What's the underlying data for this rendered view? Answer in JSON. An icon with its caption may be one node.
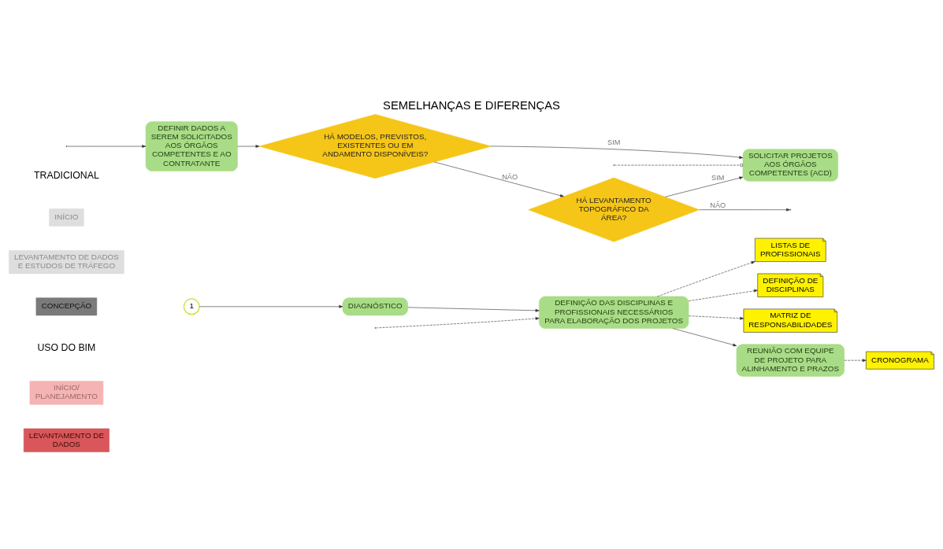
{
  "diagram": {
    "title": "SEMELHANÇAS E DIFERENÇAS",
    "nodes": [
      {
        "text": [
          "INÍCIO"
        ]
      },
      {
        "text": [
          "LEVANTAMENTO DE DADOS E ESTUDOS DE TRÁFEGO"
        ]
      },
      {
        "text": [
          "CONCEPÇÃO"
        ]
      },
      {
        "text": [
          "LISTAS DE PROFISSIONAIS"
        ]
      },
      {
        "text": [
          "DEFINIÇÃO DE DISCIPLINAS"
        ]
      },
      {
        "text": [
          "MATRIZ DE RESPONSABILIDADES"
        ]
      },
      {
        "text": [
          "DEFINIÇÃO DAS DISCIPLINAS E PROFISSIONAIS NECESSÁRIOS PARA ELABORAÇÃO DOS PROJETOS"
        ]
      },
      {
        "text": [
          "CRONOGRAMA"
        ]
      },
      {
        "text": [
          "REUNIÃO COM EQUIPE DE PROJETO PARA ALINHAMENTO E PRAZOS"
        ]
      },
      {
        "text": [
          "1"
        ]
      },
      {
        "text": [
          "DIAGNÓSTICO"
        ]
      },
      {
        "text": [
          "INÍCIO/ PLANEJAMENTO"
        ]
      },
      {
        "text": [
          "LEVANTAMENTO DE DADOS"
        ]
      },
      {
        "text": [
          "DEFINIR DADOS A SEREM SOLICITADOS AOS ÓRGÃOS COMPETENTES E AO CONTRATANTE"
        ]
      },
      {
        "text": [
          "HÁ MODELOS, PREVISTOS, EXISTENTES OU EM ANDAMENTO DISPONÍVEIS?"
        ]
      },
      {
        "text": [
          "HÁ LEVANTAMENTO TOPOGRÁFICO DA ÁREA?"
        ]
      },
      {
        "text": [
          "SOLICITAR PROJETOS AOS ÓRGÃOS COMPETENTES (ACD)"
        ]
      }
    ],
    "edges": [
      {
        "from": null,
        "to": 6,
        "arrow": "to",
        "style": "dashed"
      },
      {
        "from": 6,
        "to": 3,
        "arrow": "to",
        "style": "dashed"
      },
      {
        "from": 6,
        "to": 4,
        "arrow": "to",
        "style": "dashed"
      },
      {
        "from": 6,
        "to": 5,
        "arrow": "to",
        "style": "dashed"
      },
      {
        "from": 6,
        "to": 8,
        "arrow": "to"
      },
      {
        "from": 8,
        "to": 7,
        "arrow": "to",
        "style": "dashed"
      },
      {
        "from": 9,
        "to": 10,
        "arrow": "to"
      },
      {
        "from": 10,
        "to": 6,
        "arrow": "to"
      },
      {
        "from": null,
        "to": 13,
        "arrow": "to"
      },
      {
        "from": 13,
        "to": 14,
        "arrow": "to"
      },
      {
        "from": 14,
        "to": 15,
        "arrow": "to",
        "label": "NÃO"
      },
      {
        "from": 15,
        "to": null,
        "arrow": "to",
        "label": "NÃO"
      },
      {
        "from": 14,
        "to": 16,
        "arrow": "to",
        "label": "SIM"
      },
      {
        "from": 15,
        "to": 16,
        "arrow": "to",
        "label": "SIM"
      },
      {
        "from": null,
        "to": 16,
        "arrow": "other",
        "style": "dashed"
      }
    ],
    "labels": [
      "TRADICIONAL",
      "USO DO BIM"
    ]
  }
}
